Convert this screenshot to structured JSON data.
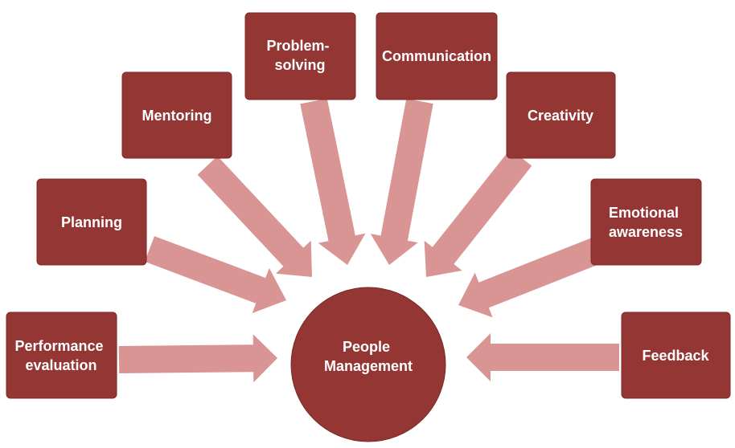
{
  "center": {
    "line1": "People",
    "line2": "Management"
  },
  "skills": [
    {
      "line1": "Performance",
      "line2": "evaluation"
    },
    {
      "line1": "Planning",
      "line2": ""
    },
    {
      "line1": "Mentoring",
      "line2": ""
    },
    {
      "line1": "Problem-",
      "line2": "solving"
    },
    {
      "line1": "Communication",
      "line2": ""
    },
    {
      "line1": "Creativity",
      "line2": ""
    },
    {
      "line1": "Emotional",
      "line2": "awareness"
    },
    {
      "line1": "Feedback",
      "line2": ""
    }
  ],
  "colors": {
    "box_fill": "#943634",
    "arrow_fill": "#d99594",
    "text": "#ffffff"
  }
}
